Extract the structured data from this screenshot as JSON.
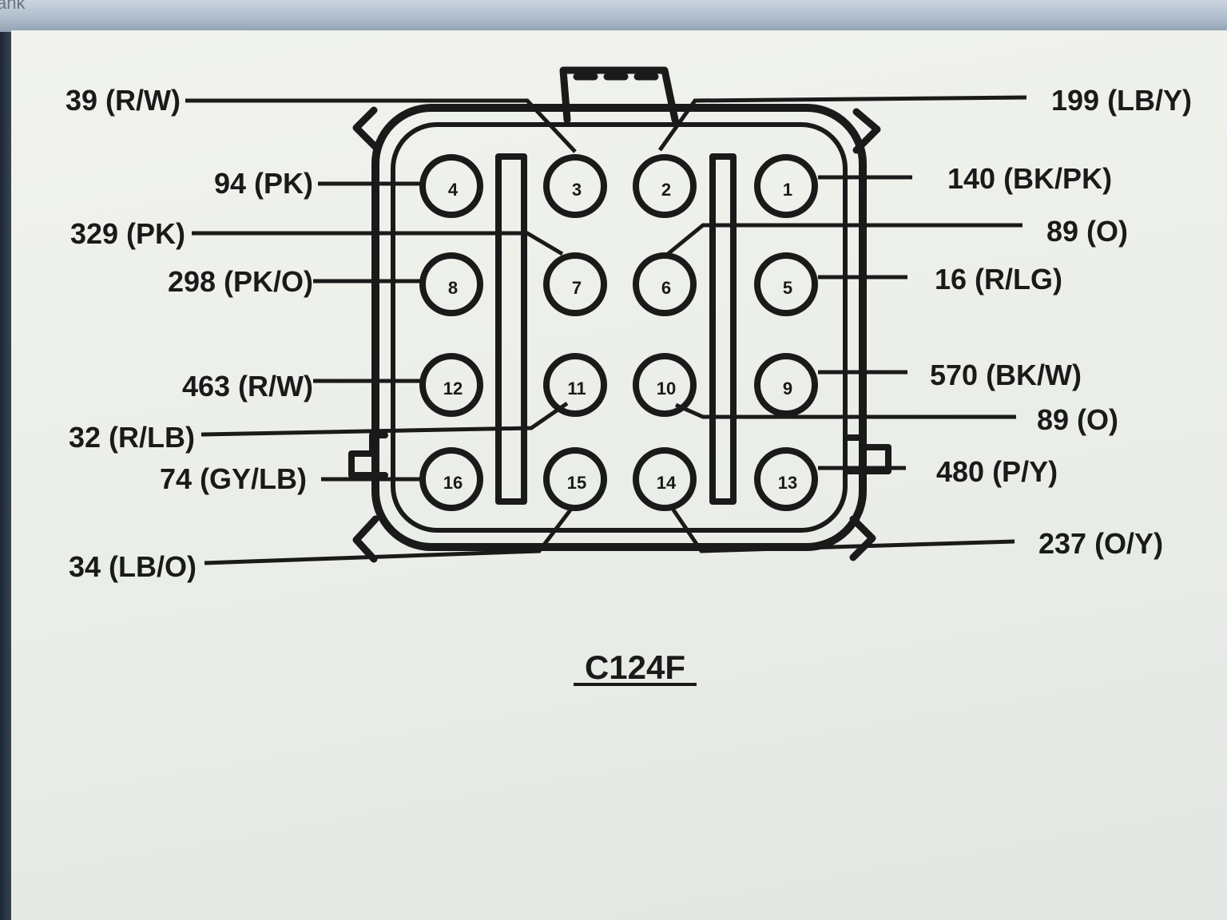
{
  "window": {
    "caption": "ank"
  },
  "connector": {
    "name": "C124F",
    "pins": [
      "1",
      "2",
      "3",
      "4",
      "5",
      "6",
      "7",
      "8",
      "9",
      "10",
      "11",
      "12",
      "13",
      "14",
      "15",
      "16"
    ]
  },
  "wires": {
    "left": [
      {
        "label": "39 (R/W)"
      },
      {
        "label": "94 (PK)"
      },
      {
        "label": "329 (PK)"
      },
      {
        "label": "298 (PK/O)"
      },
      {
        "label": "463 (R/W)"
      },
      {
        "label": "32 (R/LB)"
      },
      {
        "label": "74 (GY/LB)"
      },
      {
        "label": "34 (LB/O)"
      }
    ],
    "right": [
      {
        "label": "199  (LB/Y)"
      },
      {
        "label": "140 (BK/PK)"
      },
      {
        "label": "89 (O)"
      },
      {
        "label": "16 (R/LG)"
      },
      {
        "label": "570 (BK/W)"
      },
      {
        "label": "89 (O)"
      },
      {
        "label": "480 (P/Y)"
      },
      {
        "label": "237  (O/Y)"
      }
    ]
  }
}
